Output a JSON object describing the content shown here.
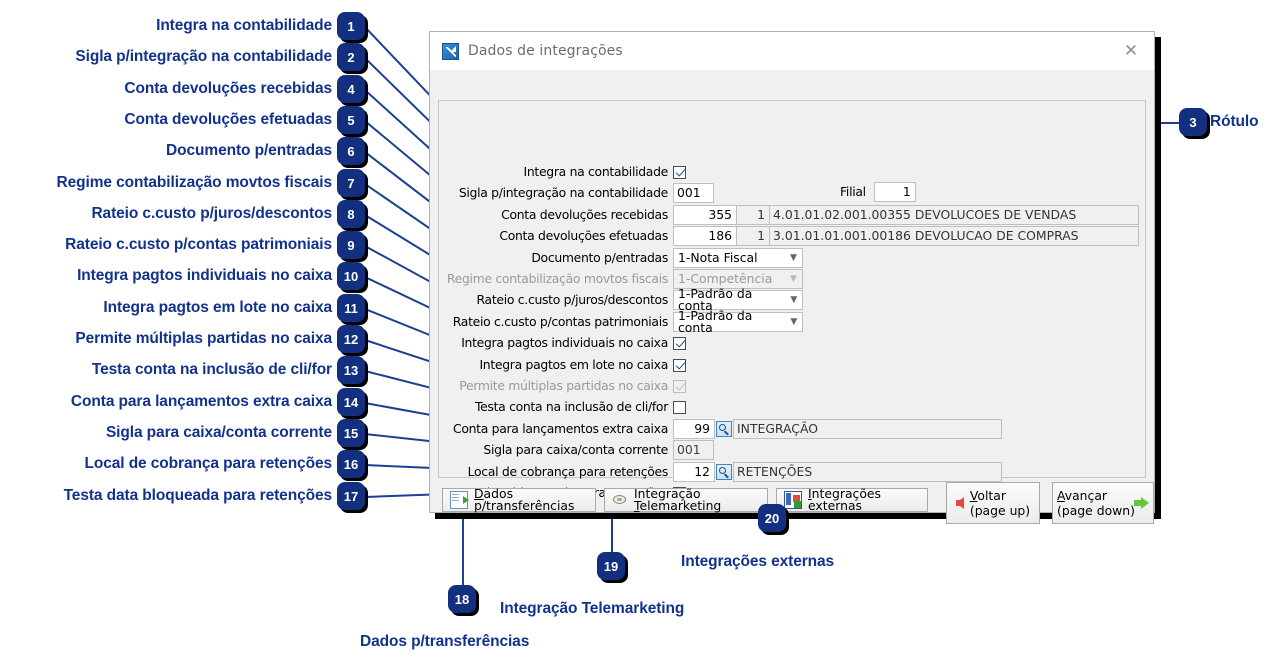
{
  "dialog": {
    "title": "Dados de integrações",
    "icon": "app-arrow-icon",
    "close_label": "✕"
  },
  "form": {
    "rows": [
      {
        "id": "integra-contabilidade",
        "label": "Integra na contabilidade",
        "type": "checkbox",
        "checked": true,
        "disabled": false
      },
      {
        "id": "sigla-integracao",
        "label": "Sigla p/integração na contabilidade",
        "type": "text",
        "value": "001"
      },
      {
        "id": "conta-dev-recebidas",
        "label": "Conta devoluções recebidas",
        "type": "account",
        "code": "355",
        "branch": "1",
        "desc": "4.01.01.02.001.00355 DEVOLUCOES DE VENDAS"
      },
      {
        "id": "conta-dev-efetuadas",
        "label": "Conta devoluções efetuadas",
        "type": "account",
        "code": "186",
        "branch": "1",
        "desc": "3.01.01.01.001.00186 DEVOLUCAO DE COMPRAS"
      },
      {
        "id": "documento-entradas",
        "label": "Documento p/entradas",
        "type": "select",
        "value": "1-Nota Fiscal",
        "disabled": false
      },
      {
        "id": "regime-contabilizacao",
        "label": "Regime contabilização movtos fiscais",
        "type": "select",
        "value": "1-Competência",
        "disabled": true
      },
      {
        "id": "rateio-juros-descontos",
        "label": "Rateio c.custo p/juros/descontos",
        "type": "select",
        "value": "1-Padrão da conta",
        "disabled": false
      },
      {
        "id": "rateio-contas-patrimoniais",
        "label": "Rateio c.custo p/contas patrimoniais",
        "type": "select",
        "value": "1-Padrão da conta",
        "disabled": false
      },
      {
        "id": "integra-pagtos-individuais",
        "label": "Integra pagtos individuais no caixa",
        "type": "checkbox",
        "checked": true,
        "disabled": false
      },
      {
        "id": "integra-pagtos-lote",
        "label": "Integra pagtos em lote no caixa",
        "type": "checkbox",
        "checked": true,
        "disabled": false
      },
      {
        "id": "permite-multiplas-partidas",
        "label": "Permite múltiplas partidas no caixa",
        "type": "checkbox",
        "checked": true,
        "disabled": true
      },
      {
        "id": "testa-conta-inclusao",
        "label": "Testa conta na inclusão de cli/for",
        "type": "checkbox",
        "checked": false,
        "disabled": false
      },
      {
        "id": "conta-lancamentos-extra",
        "label": "Conta para lançamentos extra caixa",
        "type": "lookup",
        "code": "99",
        "desc": "INTEGRAÇÃO"
      },
      {
        "id": "sigla-caixa-cc",
        "label": "Sigla para caixa/conta corrente",
        "type": "text-ro",
        "value": "001"
      },
      {
        "id": "local-cobranca-retencoes",
        "label": "Local de cobrança para retenções",
        "type": "lookup",
        "code": "12",
        "desc": "RETENÇÕES"
      },
      {
        "id": "testa-data-bloqueada",
        "label": "Testa data bloqueada para retenções",
        "type": "checkbox",
        "checked": false,
        "disabled": false
      }
    ],
    "filial": {
      "label": "Filial",
      "value": "1"
    }
  },
  "buttons": {
    "dados_transferencias": {
      "label": "Dados p/transferências",
      "accel": "D",
      "icon": "document-export-icon"
    },
    "integracao_telemarketing": {
      "label": "Integração Telemarketing",
      "accel": "T",
      "icon": "headset-icon"
    },
    "integracoes_externas": {
      "label": "Integrações externas",
      "accel": "I",
      "icon": "external-book-icon"
    },
    "voltar": {
      "label": "Voltar",
      "accel": "V",
      "hint": "(page up)",
      "icon": "arrow-left-red-icon"
    },
    "avancar": {
      "label": "Avançar",
      "accel": "A",
      "hint": "(page down)",
      "icon": "arrow-right-green-icon"
    }
  },
  "annotations": {
    "accent_color": "#13328c",
    "badge_color": "#12307f",
    "left": [
      {
        "num": "1",
        "text": "Integra na contabilidade"
      },
      {
        "num": "2",
        "text": "Sigla p/integração na contabilidade"
      },
      {
        "num": "4",
        "text": "Conta devoluções recebidas"
      },
      {
        "num": "5",
        "text": "Conta devoluções efetuadas"
      },
      {
        "num": "6",
        "text": "Documento p/entradas"
      },
      {
        "num": "7",
        "text": "Regime contabilização movtos fiscais"
      },
      {
        "num": "8",
        "text": "Rateio c.custo p/juros/descontos"
      },
      {
        "num": "9",
        "text": "Rateio c.custo p/contas patrimoniais"
      },
      {
        "num": "10",
        "text": "Integra pagtos individuais no caixa"
      },
      {
        "num": "11",
        "text": "Integra pagtos em lote no caixa"
      },
      {
        "num": "12",
        "text": "Permite múltiplas partidas no caixa"
      },
      {
        "num": "13",
        "text": "Testa conta na inclusão de cli/for"
      },
      {
        "num": "14",
        "text": "Conta para lançamentos extra caixa"
      },
      {
        "num": "15",
        "text": "Sigla para caixa/conta corrente"
      },
      {
        "num": "16",
        "text": "Local de cobrança para retenções"
      },
      {
        "num": "17",
        "text": "Testa data bloqueada para retenções"
      }
    ],
    "right": [
      {
        "num": "3",
        "text": "Rótulo"
      }
    ],
    "bottom": [
      {
        "num": "18",
        "text": "Dados p/transferências"
      },
      {
        "num": "19",
        "text": "Integração Telemarketing"
      },
      {
        "num": "20",
        "text": "Integrações externas"
      }
    ]
  }
}
